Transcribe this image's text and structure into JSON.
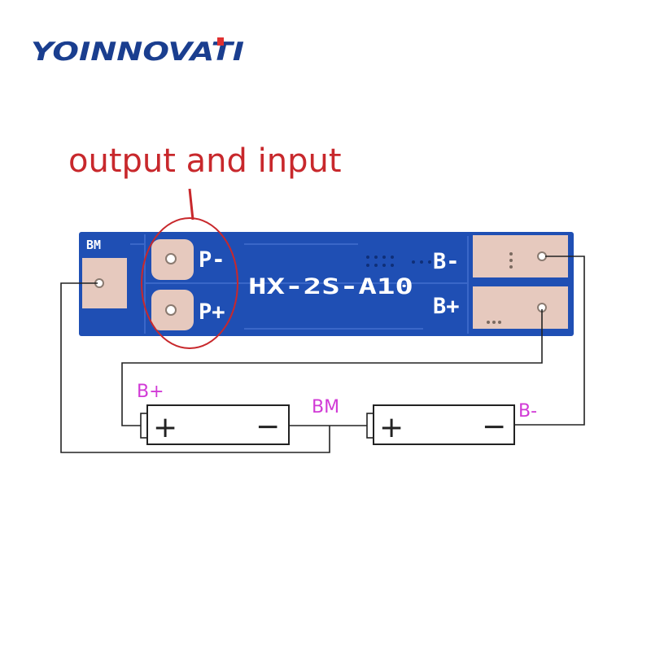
{
  "brand": {
    "name": "YOINNOVATI",
    "color_primary": "#1a3e8f",
    "color_accent": "#e03030"
  },
  "annotation": {
    "text": "output and input",
    "color": "#c8282c"
  },
  "board": {
    "model": "HX-2S-A10",
    "pad_bm": "BM",
    "pad_p_minus": "P-",
    "pad_p_plus": "P+",
    "pad_b_minus": "B-",
    "pad_b_plus": "B+",
    "color_pcb": "#1f4fb4",
    "color_pad": "#e6c9be",
    "color_silk": "#ffffff"
  },
  "wiring": {
    "label_b_plus": "B+",
    "label_bm": "BM",
    "label_b_minus": "B-",
    "label_color": "#d13ad6"
  },
  "cells": [
    {
      "positive_symbol": "+",
      "negative_symbol": "−"
    },
    {
      "positive_symbol": "+",
      "negative_symbol": "−"
    }
  ]
}
